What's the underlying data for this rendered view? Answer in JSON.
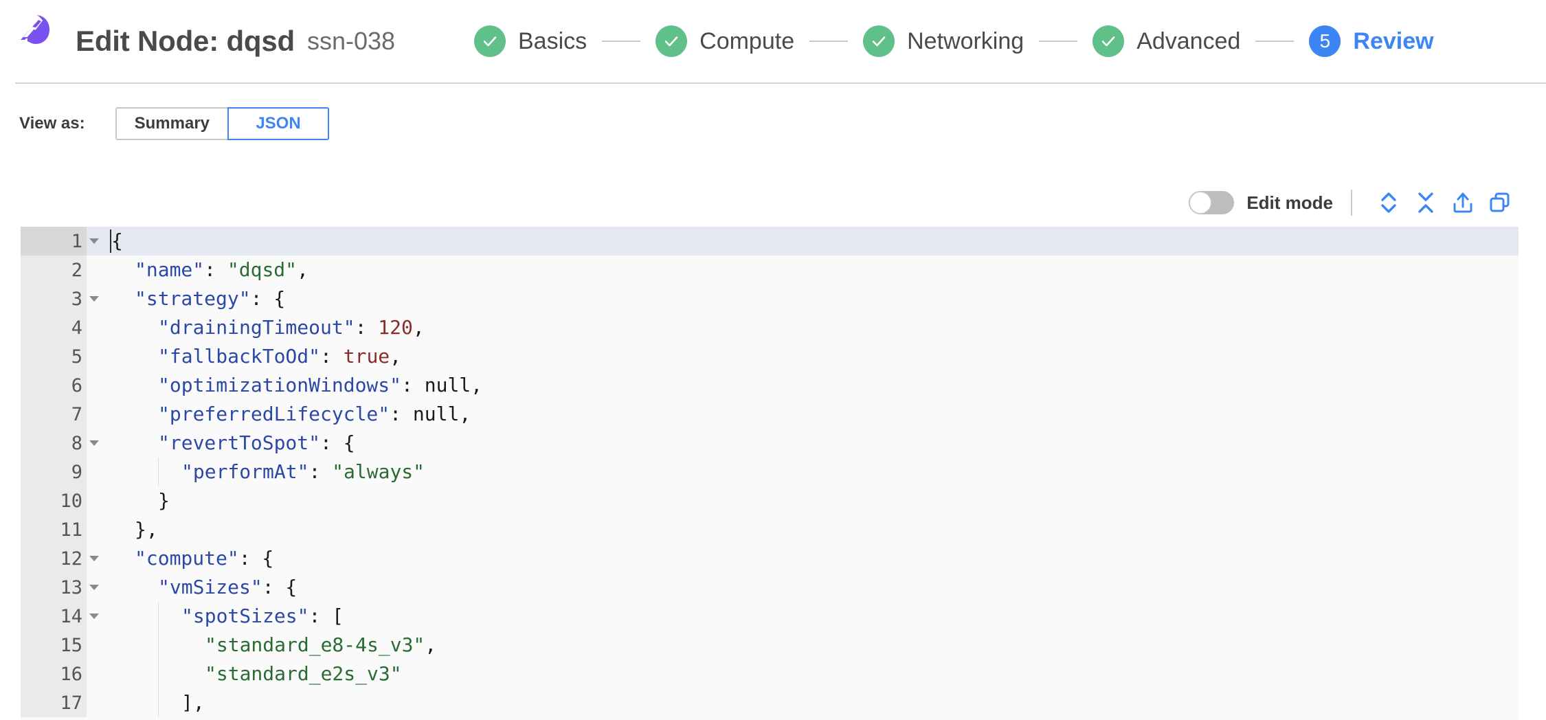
{
  "header": {
    "logo_icon": "spot-logo-icon",
    "title": "Edit Node: dqsd",
    "subtitle": "ssn-038",
    "steps": [
      {
        "label": "Basics",
        "state": "done",
        "badge": "check-icon"
      },
      {
        "label": "Compute",
        "state": "done",
        "badge": "check-icon"
      },
      {
        "label": "Networking",
        "state": "done",
        "badge": "check-icon"
      },
      {
        "label": "Advanced",
        "state": "done",
        "badge": "check-icon"
      },
      {
        "label": "Review",
        "state": "current",
        "badge": "5"
      }
    ]
  },
  "view_as": {
    "label": "View as:",
    "options": [
      {
        "label": "Summary",
        "selected": false
      },
      {
        "label": "JSON",
        "selected": true
      }
    ]
  },
  "editor_toolbar": {
    "edit_mode_label": "Edit mode",
    "edit_mode_on": false,
    "icons": [
      {
        "name": "expand-all-icon",
        "title": "Expand all"
      },
      {
        "name": "collapse-all-icon",
        "title": "Collapse all"
      },
      {
        "name": "export-icon",
        "title": "Export"
      },
      {
        "name": "copy-icon",
        "title": "Copy"
      }
    ]
  },
  "colors": {
    "accent_blue": "#3c85f5",
    "brand_purple": "#7b52f0",
    "step_done_green": "#5fc08a",
    "editor_bg": "#fafafa",
    "gutter_bg": "#eaeaea",
    "active_line_bg": "#e4e8f0",
    "json_key": "#2b48a6",
    "json_string": "#2a6b34",
    "json_number": "#8c2a2a"
  },
  "code": {
    "language": "json",
    "active_line": 1,
    "lines": [
      {
        "n": 1,
        "fold": true,
        "indent": 0,
        "guides": [],
        "cursor": true,
        "tokens": [
          {
            "t": "{",
            "c": "punct"
          }
        ]
      },
      {
        "n": 2,
        "fold": false,
        "indent": 1,
        "guides": [],
        "tokens": [
          {
            "t": "\"name\"",
            "c": "key"
          },
          {
            "t": ": ",
            "c": "punct"
          },
          {
            "t": "\"dqsd\"",
            "c": "str"
          },
          {
            "t": ",",
            "c": "punct"
          }
        ]
      },
      {
        "n": 3,
        "fold": true,
        "indent": 1,
        "guides": [],
        "tokens": [
          {
            "t": "\"strategy\"",
            "c": "key"
          },
          {
            "t": ": {",
            "c": "punct"
          }
        ]
      },
      {
        "n": 4,
        "fold": false,
        "indent": 2,
        "guides": [],
        "tokens": [
          {
            "t": "\"drainingTimeout\"",
            "c": "key"
          },
          {
            "t": ": ",
            "c": "punct"
          },
          {
            "t": "120",
            "c": "num"
          },
          {
            "t": ",",
            "c": "punct"
          }
        ]
      },
      {
        "n": 5,
        "fold": false,
        "indent": 2,
        "guides": [],
        "tokens": [
          {
            "t": "\"fallbackToOd\"",
            "c": "key"
          },
          {
            "t": ": ",
            "c": "punct"
          },
          {
            "t": "true",
            "c": "bool"
          },
          {
            "t": ",",
            "c": "punct"
          }
        ]
      },
      {
        "n": 6,
        "fold": false,
        "indent": 2,
        "guides": [],
        "tokens": [
          {
            "t": "\"optimizationWindows\"",
            "c": "key"
          },
          {
            "t": ": ",
            "c": "punct"
          },
          {
            "t": "null",
            "c": "null"
          },
          {
            "t": ",",
            "c": "punct"
          }
        ]
      },
      {
        "n": 7,
        "fold": false,
        "indent": 2,
        "guides": [],
        "tokens": [
          {
            "t": "\"preferredLifecycle\"",
            "c": "key"
          },
          {
            "t": ": ",
            "c": "punct"
          },
          {
            "t": "null",
            "c": "null"
          },
          {
            "t": ",",
            "c": "punct"
          }
        ]
      },
      {
        "n": 8,
        "fold": true,
        "indent": 2,
        "guides": [],
        "tokens": [
          {
            "t": "\"revertToSpot\"",
            "c": "key"
          },
          {
            "t": ": {",
            "c": "punct"
          }
        ]
      },
      {
        "n": 9,
        "fold": false,
        "indent": 3,
        "guides": [
          2
        ],
        "tokens": [
          {
            "t": "\"performAt\"",
            "c": "key"
          },
          {
            "t": ": ",
            "c": "punct"
          },
          {
            "t": "\"always\"",
            "c": "str"
          }
        ]
      },
      {
        "n": 10,
        "fold": false,
        "indent": 2,
        "guides": [],
        "tokens": [
          {
            "t": "}",
            "c": "punct"
          }
        ]
      },
      {
        "n": 11,
        "fold": false,
        "indent": 1,
        "guides": [],
        "tokens": [
          {
            "t": "},",
            "c": "punct"
          }
        ]
      },
      {
        "n": 12,
        "fold": true,
        "indent": 1,
        "guides": [],
        "tokens": [
          {
            "t": "\"compute\"",
            "c": "key"
          },
          {
            "t": ": {",
            "c": "punct"
          }
        ]
      },
      {
        "n": 13,
        "fold": true,
        "indent": 2,
        "guides": [],
        "tokens": [
          {
            "t": "\"vmSizes\"",
            "c": "key"
          },
          {
            "t": ": {",
            "c": "punct"
          }
        ]
      },
      {
        "n": 14,
        "fold": true,
        "indent": 3,
        "guides": [
          2
        ],
        "tokens": [
          {
            "t": "\"spotSizes\"",
            "c": "key"
          },
          {
            "t": ": [",
            "c": "punct"
          }
        ]
      },
      {
        "n": 15,
        "fold": false,
        "indent": 4,
        "guides": [
          2
        ],
        "tokens": [
          {
            "t": "\"standard_e8-4s_v3\"",
            "c": "str"
          },
          {
            "t": ",",
            "c": "punct"
          }
        ]
      },
      {
        "n": 16,
        "fold": false,
        "indent": 4,
        "guides": [
          2
        ],
        "tokens": [
          {
            "t": "\"standard_e2s_v3\"",
            "c": "str"
          }
        ]
      },
      {
        "n": 17,
        "fold": false,
        "indent": 3,
        "guides": [
          2
        ],
        "tokens": [
          {
            "t": "],",
            "c": "punct"
          }
        ]
      }
    ]
  }
}
